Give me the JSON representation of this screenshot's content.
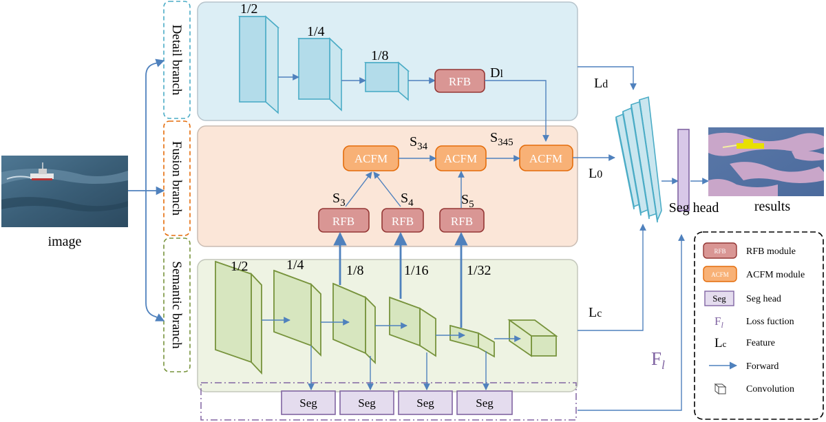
{
  "image_label": "image",
  "branches": {
    "detail": "Detail branch",
    "fusion": "Fusion branch",
    "semantic": "Semantic branch"
  },
  "detail": {
    "scales": [
      "1/2",
      "1/4",
      "1/8"
    ],
    "rfb": "RFB",
    "d_label": "D",
    "d_sub": "l"
  },
  "fusion": {
    "acfm": [
      "ACFM",
      "ACFM",
      "ACFM"
    ],
    "rfb": [
      "RFB",
      "RFB",
      "RFB"
    ],
    "s3": {
      "main": "S",
      "sub": "3"
    },
    "s4": {
      "main": "S",
      "sub": "4"
    },
    "s5": {
      "main": "S",
      "sub": "5"
    },
    "s34": {
      "main": "S",
      "sub": "34"
    },
    "s345": {
      "main": "S",
      "sub": "345"
    }
  },
  "semantic": {
    "scales": [
      "1/2",
      "1/4",
      "1/8",
      "1/16",
      "1/32"
    ]
  },
  "seg_boxes": [
    "Seg",
    "Seg",
    "Seg",
    "Seg"
  ],
  "losses": {
    "ld": {
      "main": "L",
      "sub": "d"
    },
    "l0": {
      "main": "L",
      "sub": "0"
    },
    "lc": {
      "main": "L",
      "sub": "c"
    },
    "fl": {
      "main": "F",
      "sub": "l"
    }
  },
  "seg_head_label": "Seg head",
  "results_label": "results",
  "legend": {
    "items": [
      {
        "swatch": "RFB",
        "text": "RFB module"
      },
      {
        "swatch": "ACFM",
        "text": "ACFM module"
      },
      {
        "swatch": "Seg",
        "text": "Seg head"
      },
      {
        "swatch": "F",
        "swatch_sub": "l",
        "text": "Loss fuction"
      },
      {
        "swatch": "L",
        "swatch_sub": "c",
        "text": "Feature"
      },
      {
        "text": "Forward"
      },
      {
        "text": "Convolution"
      }
    ]
  },
  "colors": {
    "detail_panel": "#dceef5",
    "fusion_panel": "#fbe6d8",
    "semantic_panel": "#eef3e3",
    "arrow": "#4f81bd",
    "rfb_fill": "#d99694",
    "rfb_stroke": "#943634",
    "acfm_fill": "#f8b176",
    "acfm_stroke": "#e46c0a",
    "seg_fill": "#e4dcee",
    "seg_stroke": "#8064a2",
    "detail_cube": "#4bacc6",
    "semantic_cube": "#77933c"
  }
}
